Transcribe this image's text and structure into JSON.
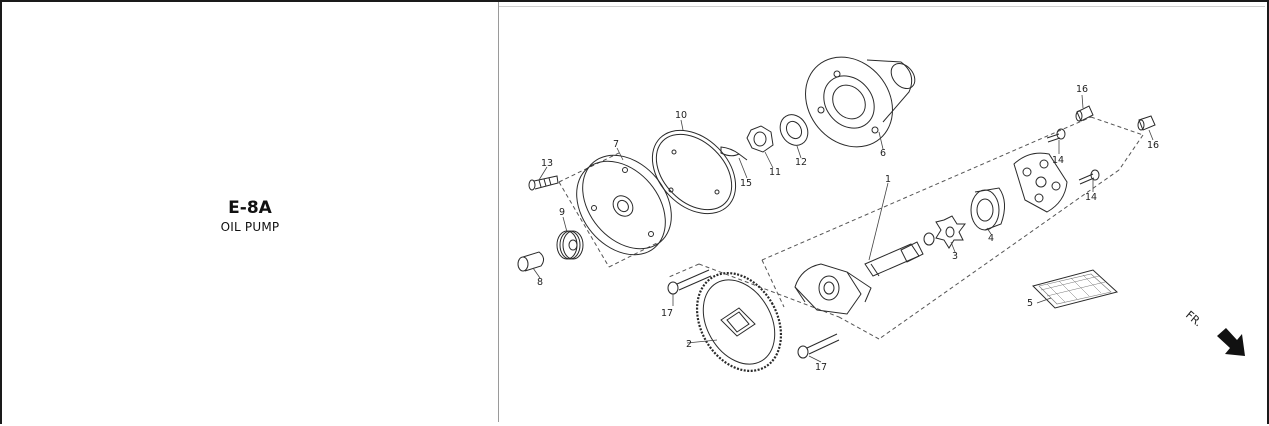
{
  "section": {
    "code": "E-8A",
    "title": "OIL PUMP"
  },
  "callouts": {
    "p1": "1",
    "p2": "2",
    "p3": "3",
    "p4": "4",
    "p5": "5",
    "p6": "6",
    "p7": "7",
    "p8": "8",
    "p9": "9",
    "p10": "10",
    "p11": "11",
    "p12": "12",
    "p13": "13",
    "p14a": "14",
    "p14b": "14",
    "p15": "15",
    "p16a": "16",
    "p16b": "16",
    "p17a": "17",
    "p17b": "17"
  },
  "front_marker": {
    "label": "FR."
  },
  "colors": {
    "ink": "#2a2a2a",
    "border": "#1a1a1a"
  }
}
